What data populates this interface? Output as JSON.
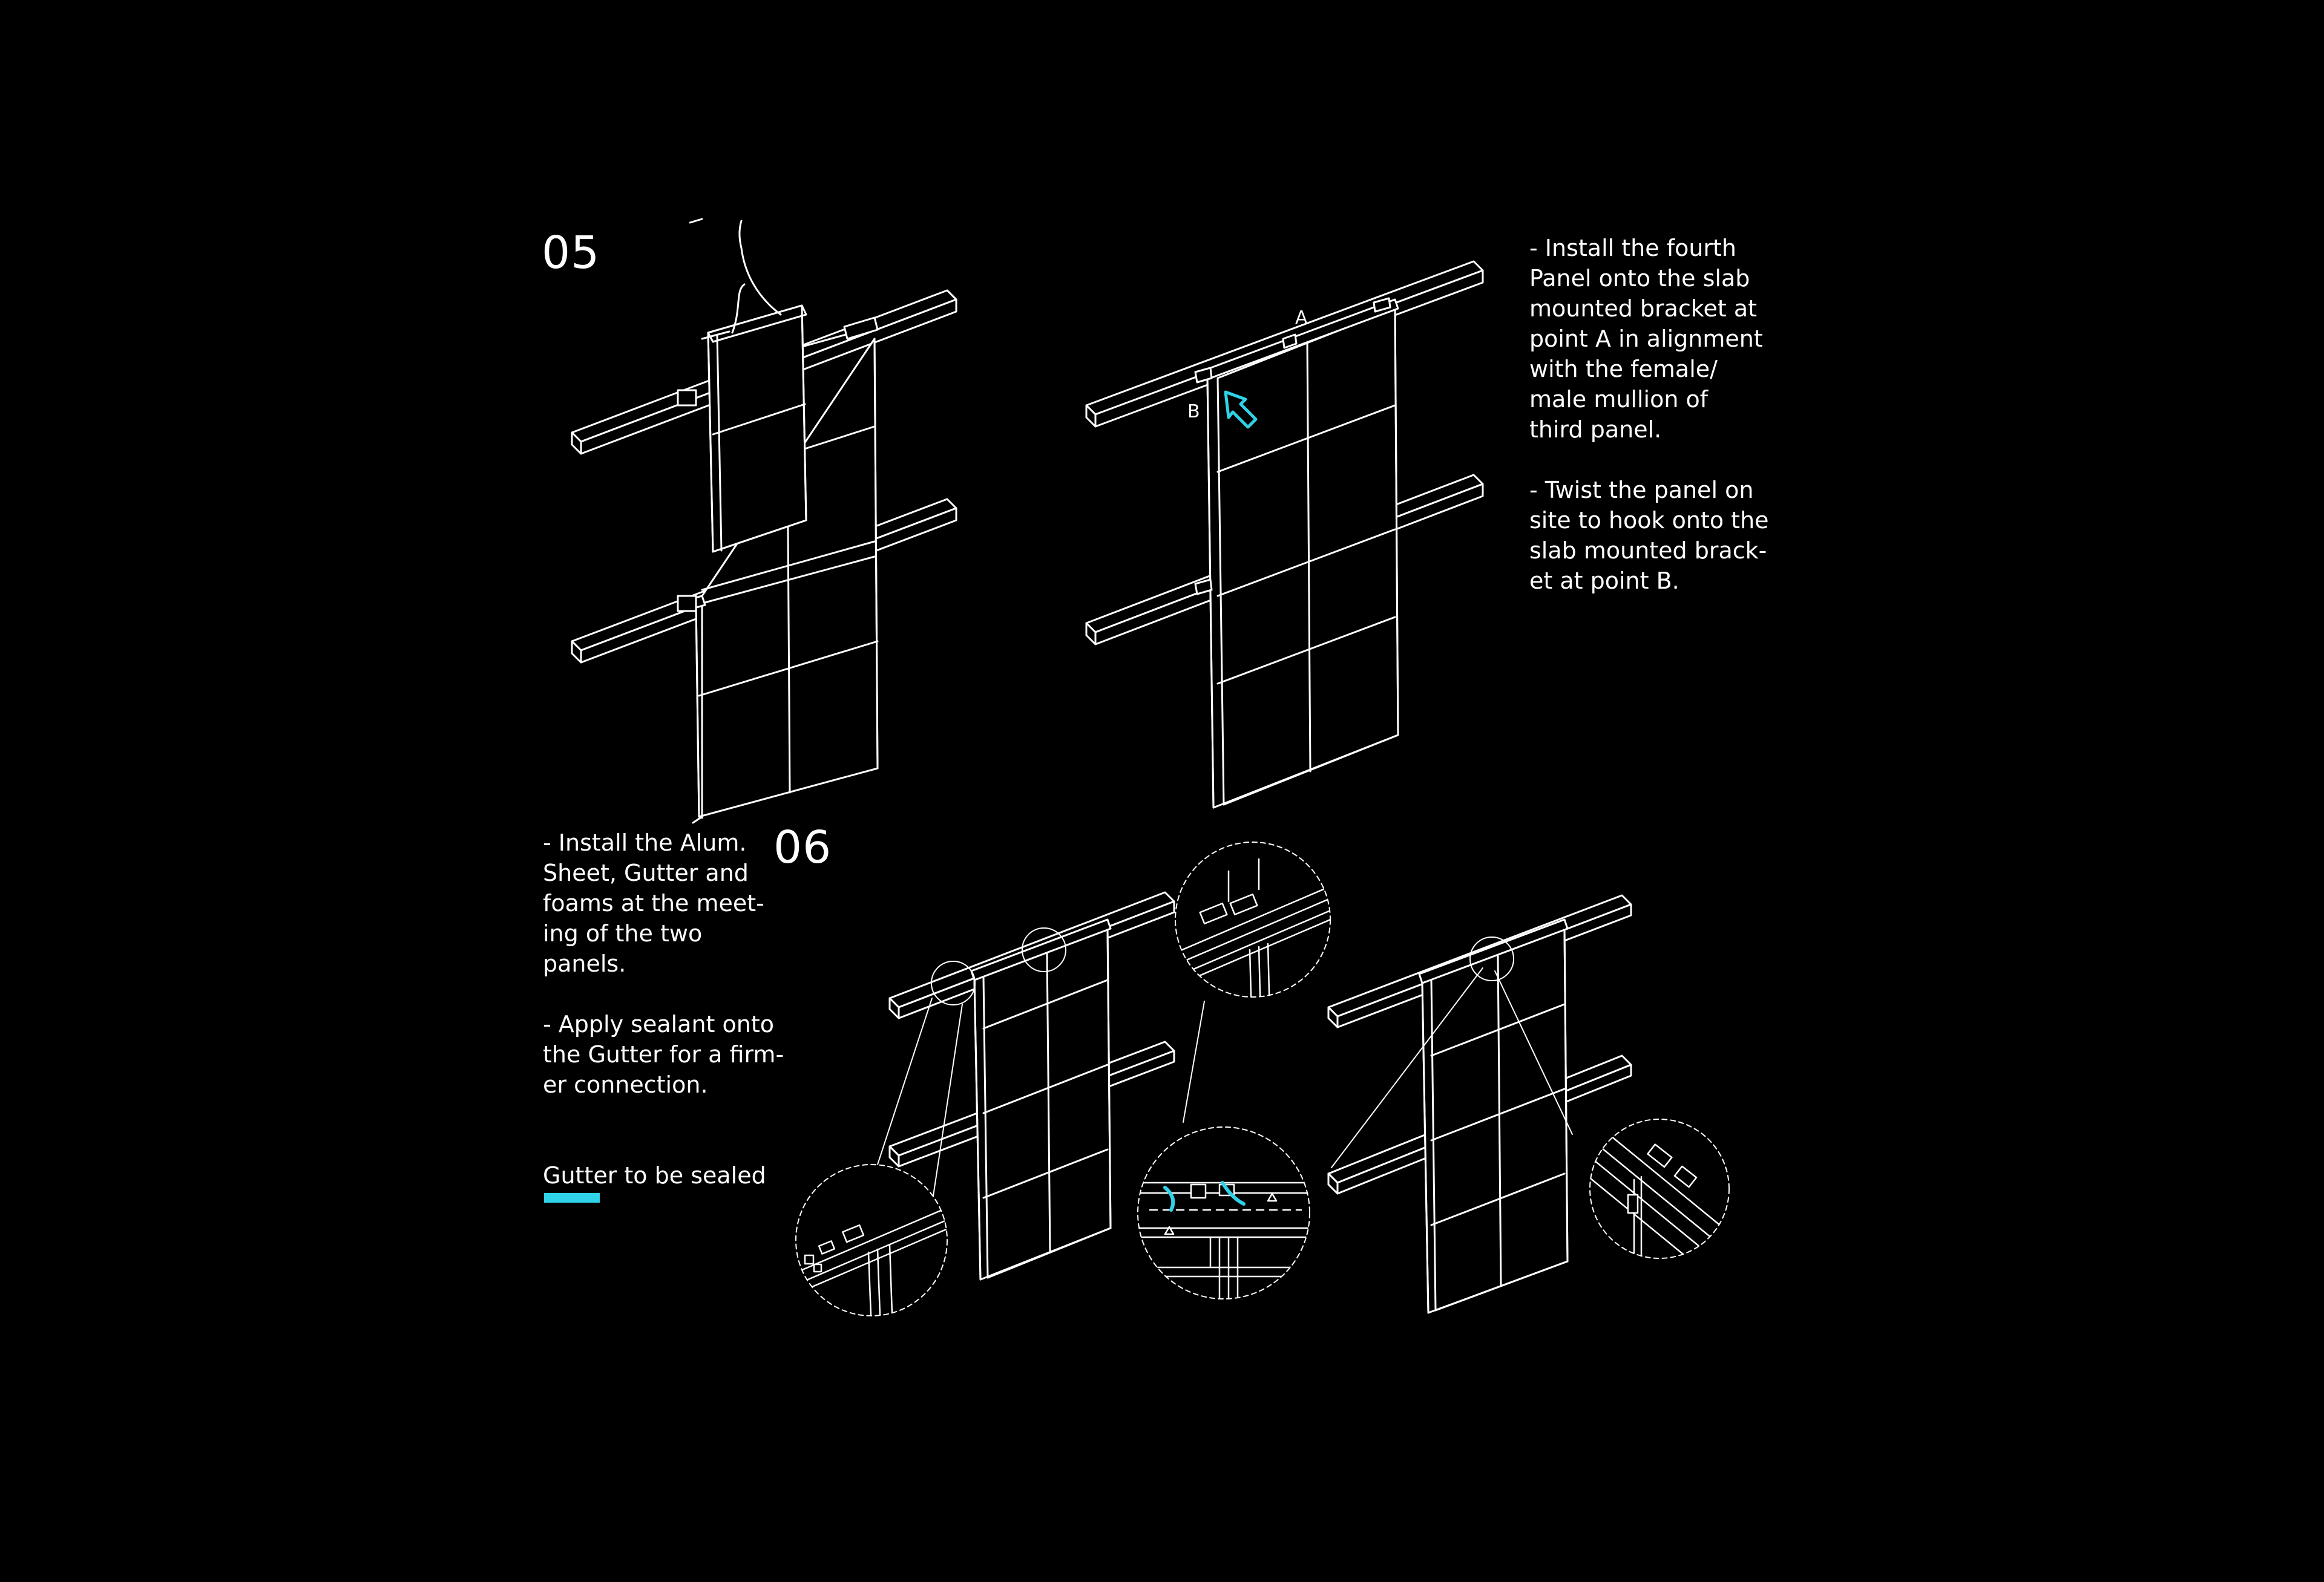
{
  "colors": {
    "background": "#000000",
    "line": "#ffffff",
    "highlight": "#2fd2e6"
  },
  "step5": {
    "number": "05",
    "instruction_a": "- Install the fourth\nPanel onto the slab\nmounted bracket at\npoint A in alignment\nwith the female/\nmale mullion of\nthird panel.",
    "instruction_b": "- Twist the panel on\nsite to hook onto the\nslab mounted brack-\net at point B.",
    "label_point_a": "A",
    "label_point_b": "B",
    "arrow_icon": "arrow-up-left-icon"
  },
  "step6": {
    "number": "06",
    "instruction_a": "- Install the Alum.\nSheet, Gutter and\nfoams at the meet-\ning of the two\npanels.",
    "instruction_b": "- Apply sealant onto\nthe Gutter for a firm-\ner connection.",
    "legend_label": "Gutter to be sealed"
  }
}
